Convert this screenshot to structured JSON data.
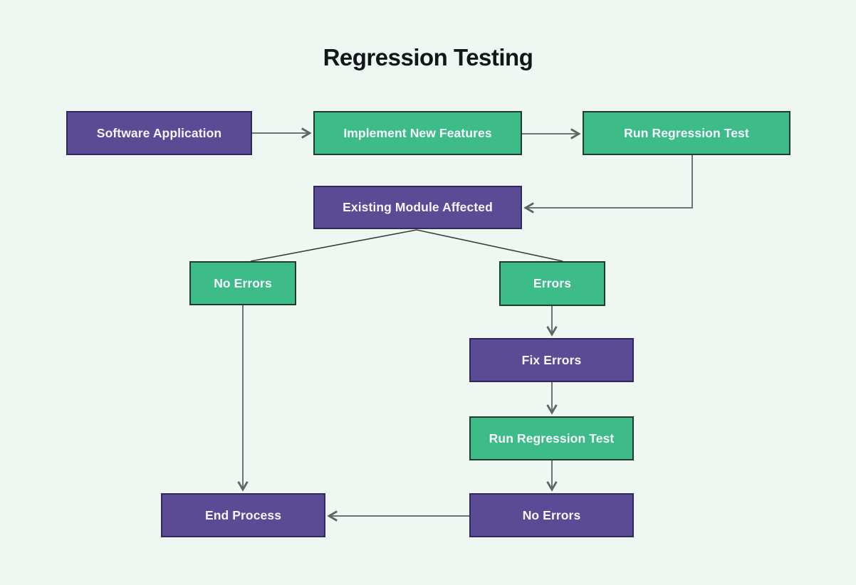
{
  "title": "Regression Testing",
  "colors": {
    "background": "#eff7f3",
    "node_purple_fill": "#5b4b94",
    "node_purple_border": "#32285f",
    "node_green_fill": "#3dbc8a",
    "node_green_border": "#203c31",
    "connector_gray": "#6b7470",
    "connector_dark": "#383f3b",
    "node_text": "#f6f4fb",
    "title_text": "#13161a"
  },
  "nodes": [
    {
      "id": "software-application",
      "label": "Software Application",
      "color": "purple"
    },
    {
      "id": "implement-new-features",
      "label": "Implement New Features",
      "color": "green"
    },
    {
      "id": "run-regression-test-1",
      "label": "Run Regression Test",
      "color": "green"
    },
    {
      "id": "existing-module-affected",
      "label": "Existing Module Affected",
      "color": "purple"
    },
    {
      "id": "no-errors-1",
      "label": "No Errors",
      "color": "green"
    },
    {
      "id": "errors",
      "label": "Errors",
      "color": "green"
    },
    {
      "id": "fix-errors",
      "label": "Fix Errors",
      "color": "purple"
    },
    {
      "id": "run-regression-test-2",
      "label": "Run Regression Test",
      "color": "green"
    },
    {
      "id": "end-process",
      "label": "End Process",
      "color": "purple"
    },
    {
      "id": "no-errors-2",
      "label": "No Errors",
      "color": "purple"
    }
  ],
  "edges": [
    {
      "from": "software-application",
      "to": "implement-new-features",
      "arrow": true,
      "shape": "straight"
    },
    {
      "from": "implement-new-features",
      "to": "run-regression-test-1",
      "arrow": true,
      "shape": "straight"
    },
    {
      "from": "run-regression-test-1",
      "to": "existing-module-affected",
      "arrow": true,
      "shape": "elbow"
    },
    {
      "from": "existing-module-affected",
      "to": "no-errors-1",
      "arrow": false,
      "shape": "diagonal"
    },
    {
      "from": "existing-module-affected",
      "to": "errors",
      "arrow": false,
      "shape": "diagonal"
    },
    {
      "from": "errors",
      "to": "fix-errors",
      "arrow": true,
      "shape": "straight"
    },
    {
      "from": "fix-errors",
      "to": "run-regression-test-2",
      "arrow": true,
      "shape": "straight"
    },
    {
      "from": "run-regression-test-2",
      "to": "no-errors-2",
      "arrow": true,
      "shape": "straight"
    },
    {
      "from": "no-errors-2",
      "to": "end-process",
      "arrow": true,
      "shape": "straight"
    },
    {
      "from": "no-errors-1",
      "to": "end-process",
      "arrow": true,
      "shape": "straight"
    }
  ]
}
